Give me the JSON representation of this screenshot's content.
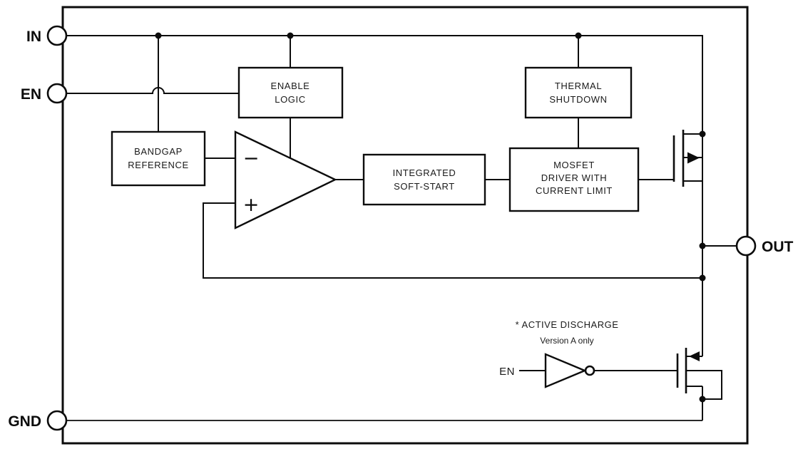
{
  "diagram": {
    "pins": {
      "in": "IN",
      "en": "EN",
      "gnd": "GND",
      "out": "OUT"
    },
    "blocks": {
      "enable_logic": {
        "line1": "ENABLE",
        "line2": "LOGIC"
      },
      "thermal_shutdown": {
        "line1": "THERMAL",
        "line2": "SHUTDOWN"
      },
      "bandgap_reference": {
        "line1": "BANDGAP",
        "line2": "REFERENCE"
      },
      "integrated_soft_start": {
        "line1": "INTEGRATED",
        "line2": "SOFT-START"
      },
      "mosfet_driver": {
        "line1": "MOSFET",
        "line2": "DRIVER WITH",
        "line3": "CURRENT LIMIT"
      }
    },
    "error_amplifier": {
      "minus": "−",
      "plus": "+"
    },
    "active_discharge": {
      "title": "* ACTIVE DISCHARGE",
      "subtitle": "Version A only",
      "en_label": "EN"
    },
    "colors": {
      "line": "#0c0c0c",
      "background": "#ffffff"
    }
  }
}
